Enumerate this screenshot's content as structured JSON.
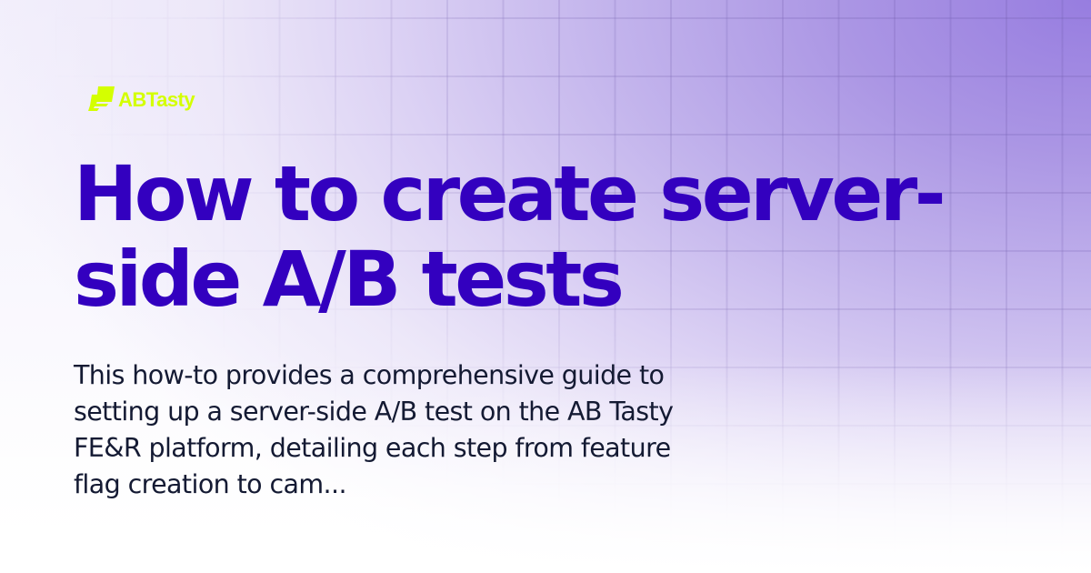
{
  "brand": {
    "name": "ABTasty",
    "logo_icon": "abtasty-logo-icon",
    "color": "#d4ff00"
  },
  "title": {
    "lines": [
      "How to create server-",
      "side A/B tests"
    ],
    "color": "#3300bf"
  },
  "description": {
    "lines": [
      "This how-to provides a comprehensive guide to",
      "setting up a server-side A/B test on the AB Tasty",
      "FE&R platform, detailing each step from feature",
      "flag creation to cam..."
    ],
    "color": "#141a33"
  },
  "background": {
    "accent": "#977de0",
    "base": "#ffffff"
  }
}
